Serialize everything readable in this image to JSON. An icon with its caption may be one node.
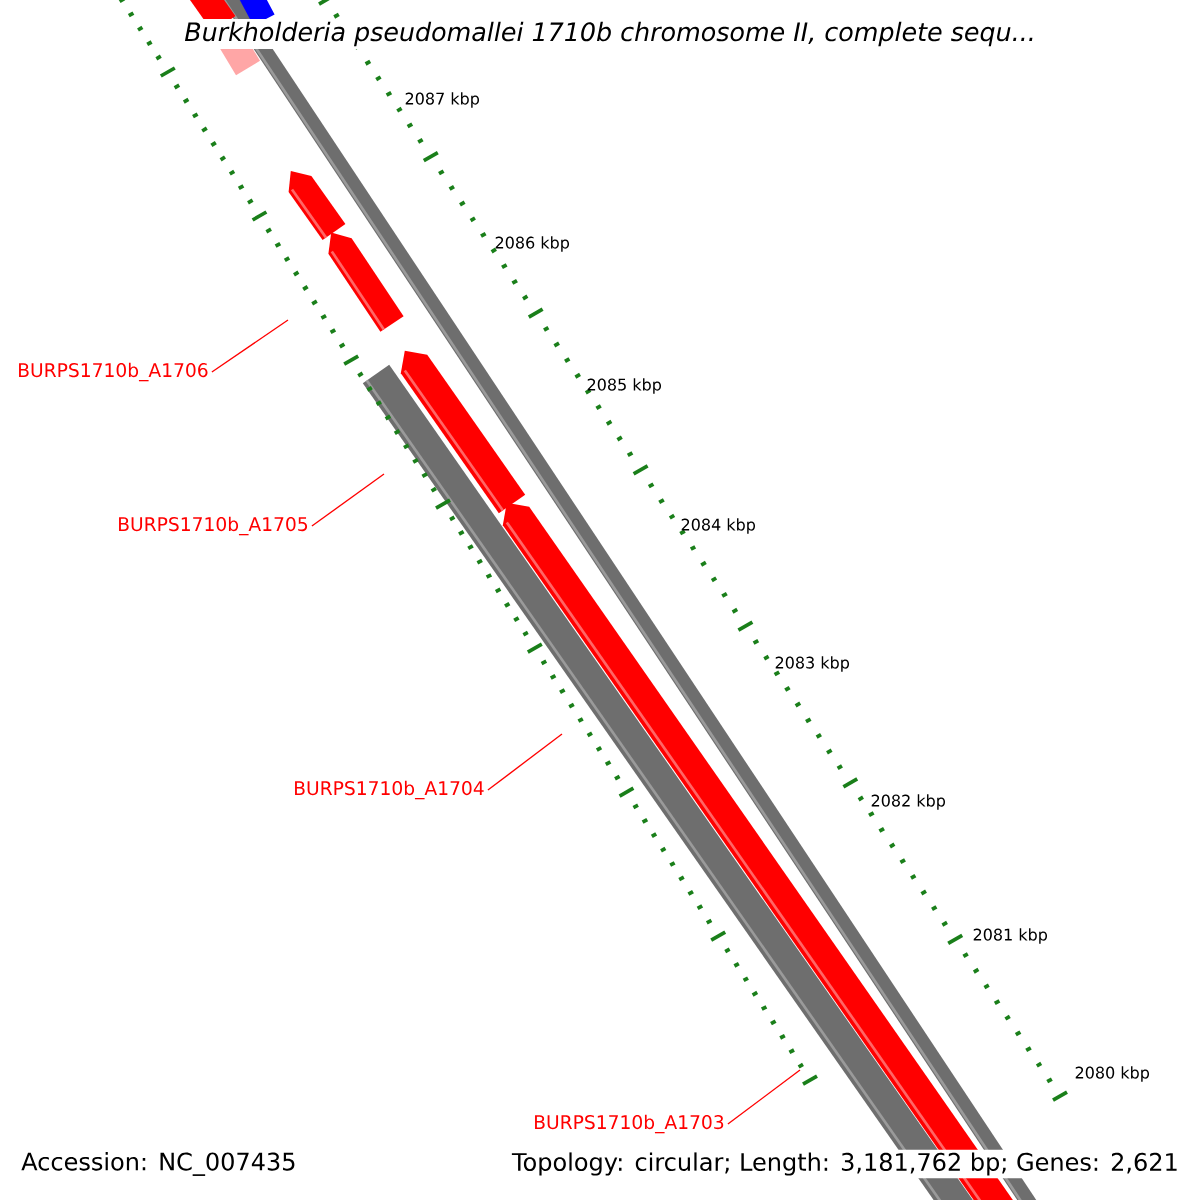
{
  "diagram": {
    "title": "Burkholderia pseudomallei 1710b chromosome II, complete sequ...",
    "nodes": [
      {
        "text": [
          "BURPS1710b_A1706"
        ]
      },
      {
        "text": [
          "BURPS1710b_A1705"
        ]
      },
      {
        "text": [
          "BURPS1710b_A1704"
        ]
      },
      {
        "text": [
          "BURPS1710b_A1703"
        ]
      }
    ],
    "edges": [
      {
        "from": 0,
        "to": null,
        "arrow": "none"
      },
      {
        "from": 1,
        "to": null,
        "arrow": "none"
      },
      {
        "from": 2,
        "to": null,
        "arrow": "none"
      },
      {
        "from": 3,
        "to": null,
        "arrow": "none"
      }
    ],
    "labels": [
      "2087 kbp",
      "2086 kbp",
      "2085 kbp",
      "2084 kbp",
      "2083 kbp",
      "2082 kbp",
      "2081 kbp",
      "2080 kbp",
      "Accession: NC_007435",
      "Topology: circular; Length: 3,181,762 bp; Genes: 2,621"
    ]
  }
}
